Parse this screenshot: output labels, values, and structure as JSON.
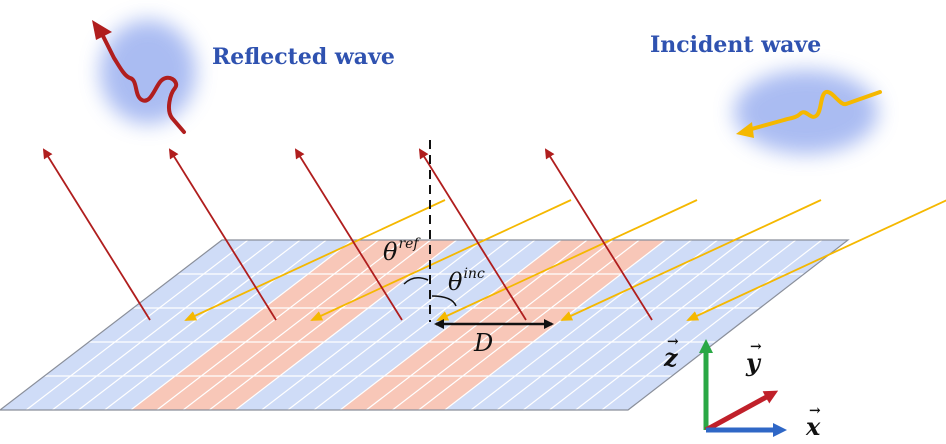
{
  "labels": {
    "reflected_wave": "Reflected wave",
    "incident_wave": "Incident wave",
    "theta_symbol": "θ",
    "theta_ref_sup": "ref",
    "theta_inc_sup": "inc",
    "period": "D",
    "axis_x": "x",
    "axis_y": "y",
    "axis_z": "z",
    "vector_mark": "→"
  },
  "colors": {
    "title_blue": "#2f52b0",
    "reflected_red": "#b01e1e",
    "incident_orange": "#f5b800",
    "cell_blue": "#cfdcf7",
    "cell_pink": "#f8c7b8",
    "grid_line": "#ffffff",
    "axis_z_green": "#2aa845",
    "axis_y_red": "#c0202a",
    "axis_x_blue": "#2f67c6"
  },
  "icons": [
    "reflected-wave-icon",
    "incident-wave-icon"
  ]
}
